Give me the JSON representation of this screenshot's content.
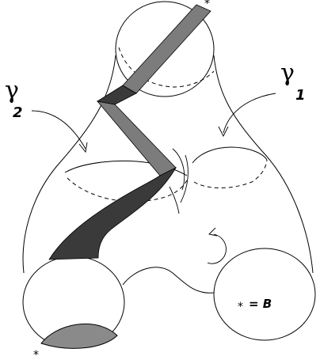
{
  "labels": {
    "gamma_symbol": "γ",
    "gamma_2_index": "2",
    "gamma_1_index": "1",
    "basepoint_star": "*",
    "legend_text": "= B"
  },
  "colors": {
    "band_dark": "#3a3a3a",
    "band_gray": "#7c7c7c",
    "disk_gray": "#8a8a8a",
    "line": "#000000"
  }
}
